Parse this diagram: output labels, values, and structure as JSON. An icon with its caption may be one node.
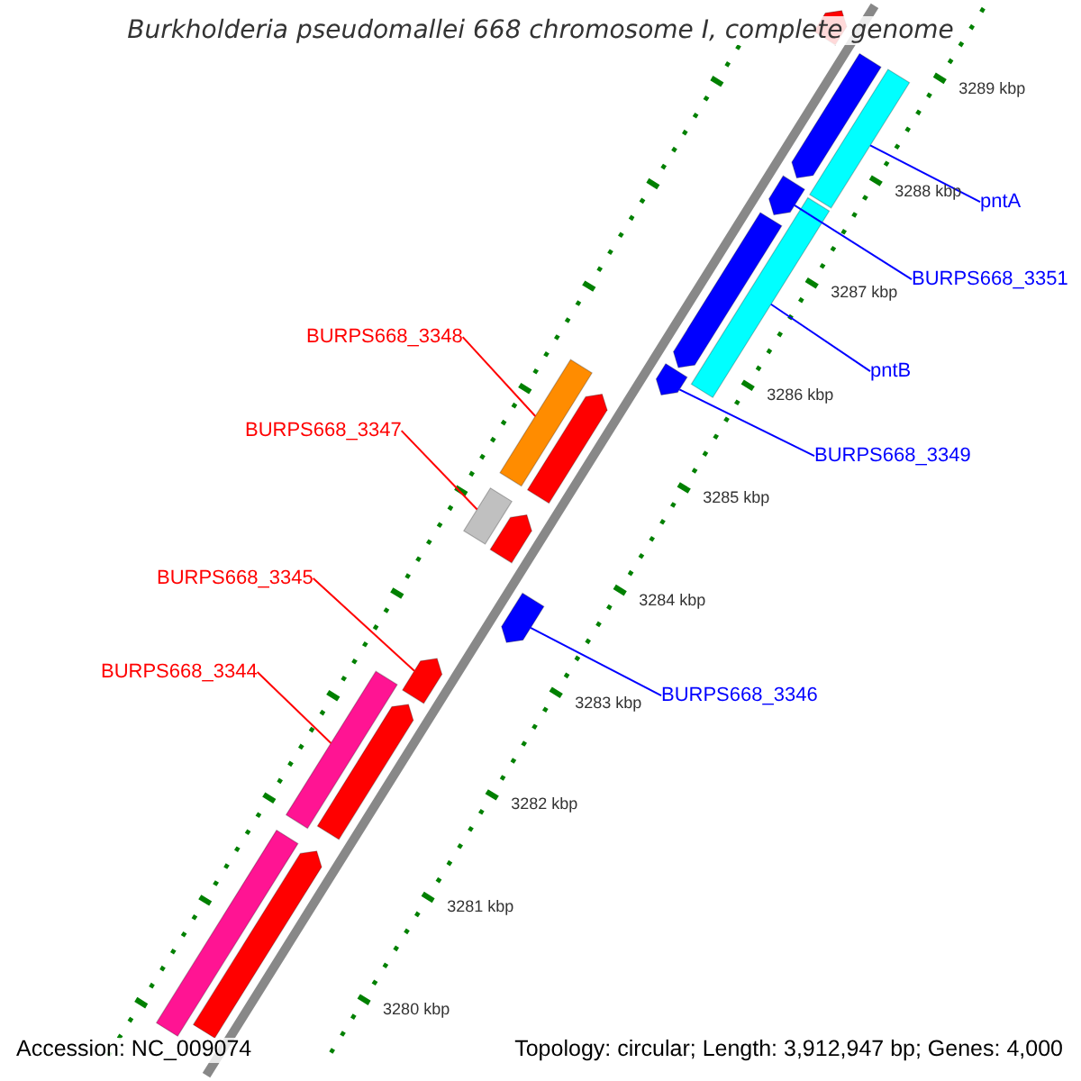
{
  "diagram": {
    "title": "Burkholderia pseudomallei 668 chromosome I, complete genome",
    "nodes": [
      {
        "text": [
          "pntA"
        ]
      },
      {
        "text": [
          "BURPS668_3351"
        ]
      },
      {
        "text": [
          "BURPS668_3348"
        ]
      },
      {
        "text": [
          "pntB"
        ]
      },
      {
        "text": [
          "BURPS668_3347"
        ]
      },
      {
        "text": [
          "BURPS668_3349"
        ]
      },
      {
        "text": [
          "BURPS668_3345"
        ]
      },
      {
        "text": [
          "BURPS668_3346"
        ]
      },
      {
        "text": [
          "BURPS668_3344"
        ]
      },
      {
        "text": [],
        "shape": "arrow"
      },
      {
        "text": [],
        "shape": "bar"
      },
      {
        "text": [],
        "shape": "arrow"
      },
      {
        "text": [],
        "shape": "arrow"
      },
      {
        "text": [],
        "shape": "bar"
      },
      {
        "text": [],
        "shape": "arrow"
      },
      {
        "text": [],
        "shape": "arrow"
      },
      {
        "text": [],
        "shape": "bar"
      },
      {
        "text": [],
        "shape": "arrow"
      },
      {
        "text": [],
        "shape": "bar"
      },
      {
        "text": [],
        "shape": "arrow"
      },
      {
        "text": [],
        "shape": "arrow"
      },
      {
        "text": [],
        "shape": "arrow"
      },
      {
        "text": [],
        "shape": "bar"
      },
      {
        "text": [],
        "shape": "arrow"
      },
      {
        "text": [],
        "shape": "bar"
      },
      {
        "text": [],
        "shape": "arrow"
      }
    ],
    "edges": [
      {
        "from": 0,
        "to": 10,
        "arrow": "none"
      },
      {
        "from": 1,
        "to": 12,
        "arrow": "none"
      },
      {
        "from": 2,
        "to": 16,
        "arrow": "none",
        "color": "#ff0000"
      },
      {
        "from": 3,
        "to": 13,
        "arrow": "none"
      },
      {
        "from": 4,
        "to": 18,
        "arrow": "none",
        "color": "#ff0000"
      },
      {
        "from": 5,
        "to": 15,
        "arrow": "none"
      },
      {
        "from": 6,
        "to": 21,
        "arrow": "none",
        "color": "#ff0000"
      },
      {
        "from": 7,
        "to": 20,
        "arrow": "none"
      },
      {
        "from": 8,
        "to": 22,
        "arrow": "none",
        "color": "#ff0000"
      }
    ],
    "labels": [
      "3289 kbp",
      "3288 kbp",
      "3287 kbp",
      "3286 kbp",
      "3285 kbp",
      "3284 kbp",
      "3283 kbp",
      "3282 kbp",
      "3281 kbp",
      "3280 kbp",
      "Accession: NC_009074",
      "Topology: circular; Length: 3,912,947 bp; Genes: 4,000"
    ]
  }
}
